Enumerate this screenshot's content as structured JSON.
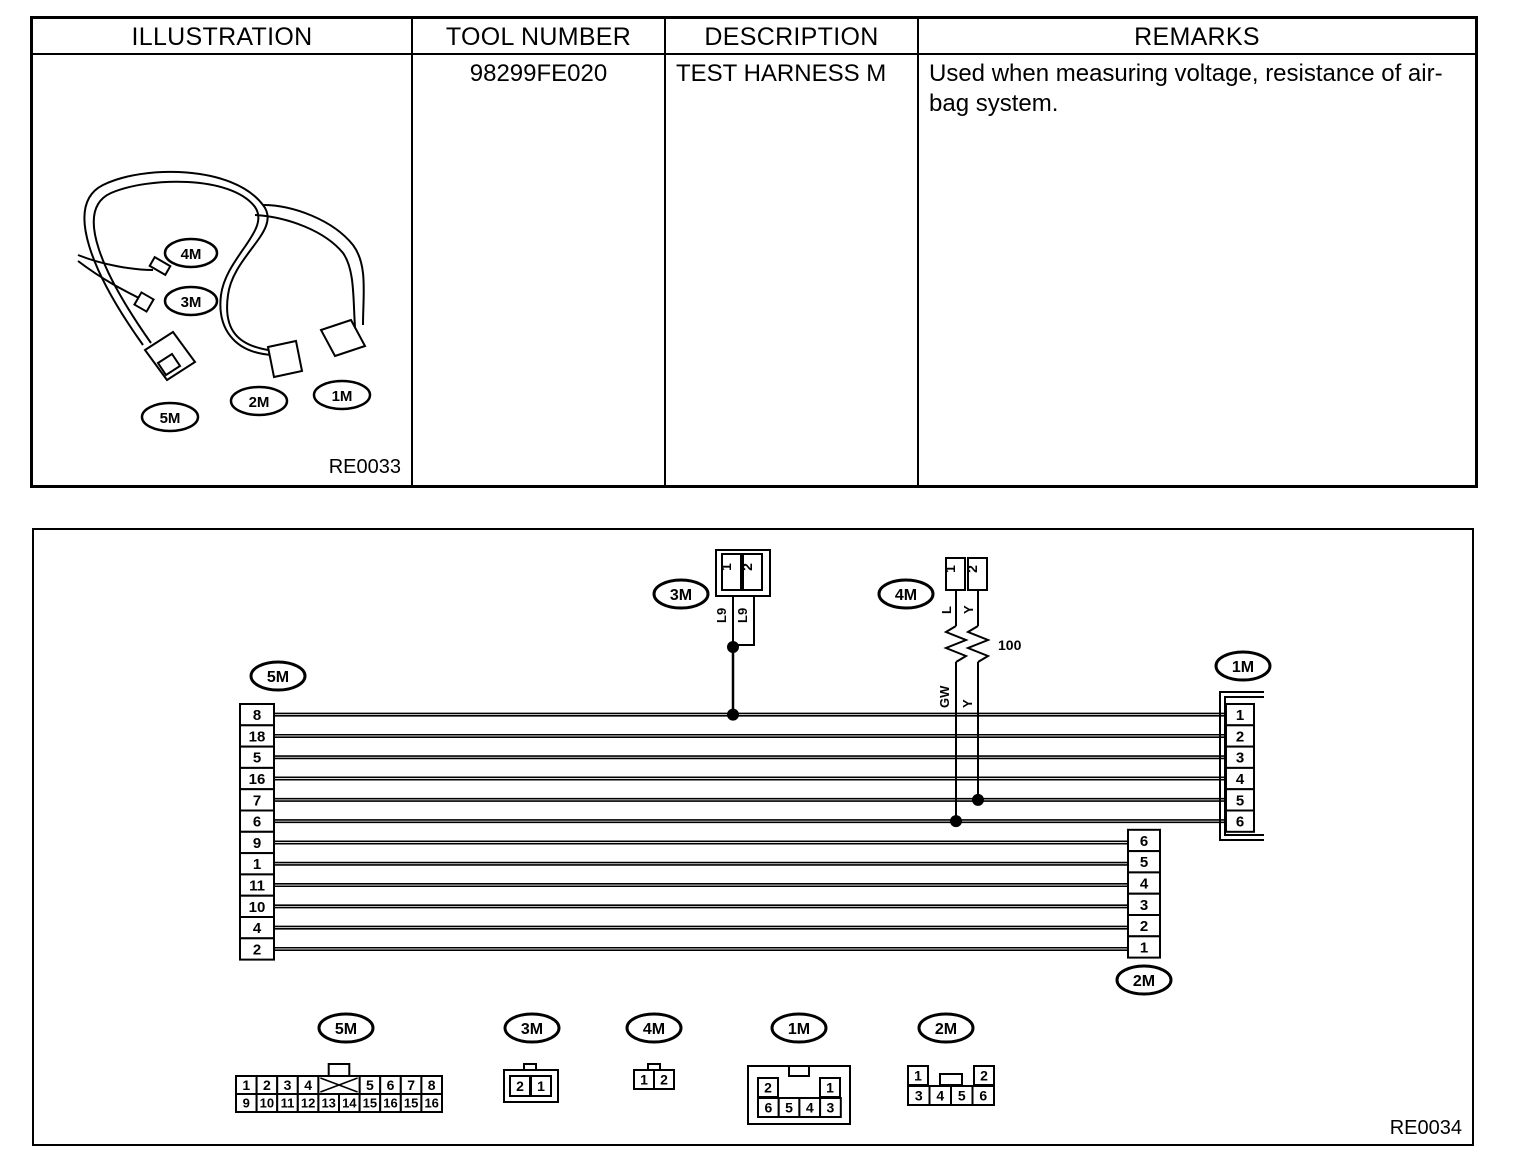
{
  "table": {
    "headers": {
      "illustration": "ILLUSTRATION",
      "tool_number": "TOOL NUMBER",
      "description": "DESCRIPTION",
      "remarks": "REMARKS"
    },
    "row": {
      "tool_number": "98299FE020",
      "description": "TEST HARNESS M",
      "remarks": "Used when measuring voltage, resistance of air-bag system.",
      "illustration_code": "RE0033",
      "illustration_labels": [
        "4M",
        "3M",
        "5M",
        "2M",
        "1M"
      ]
    }
  },
  "diagram": {
    "code": "RE0034",
    "connector_5m": {
      "label": "5M",
      "pins": [
        "8",
        "18",
        "5",
        "16",
        "7",
        "6",
        "9",
        "1",
        "11",
        "10",
        "4",
        "2"
      ]
    },
    "connector_1m": {
      "label": "1M",
      "pins": [
        "1",
        "2",
        "3",
        "4",
        "5",
        "6"
      ]
    },
    "connector_2m": {
      "label": "2M",
      "pins": [
        "6",
        "5",
        "4",
        "3",
        "2",
        "1"
      ]
    },
    "connector_3m": {
      "label": "3M",
      "pins": [
        "1",
        "2"
      ],
      "wire_colors": [
        "L9",
        "L9"
      ]
    },
    "connector_4m": {
      "label": "4M",
      "pins": [
        "1",
        "2"
      ],
      "wire_colors_top": [
        "L",
        "Y"
      ],
      "wire_colors_bottom": [
        "GW",
        "Y"
      ],
      "resistor": "100"
    },
    "faces": {
      "5m": {
        "label": "5M",
        "top": [
          "1",
          "2",
          "3",
          "4",
          "5",
          "6",
          "7",
          "8"
        ],
        "bottom": [
          "9",
          "10",
          "11",
          "12",
          "13",
          "14",
          "15",
          "16",
          "15",
          "16"
        ]
      },
      "3m": {
        "label": "3M",
        "pins": [
          "2",
          "1"
        ]
      },
      "4m": {
        "label": "4M",
        "pins": [
          "1",
          "2"
        ]
      },
      "1m": {
        "label": "1M",
        "top": [
          "2",
          "1"
        ],
        "bottom": [
          "6",
          "5",
          "4",
          "3"
        ]
      },
      "2m": {
        "label": "2M",
        "top": [
          "1",
          "2"
        ],
        "bottom": [
          "3",
          "4",
          "5",
          "6"
        ]
      }
    }
  }
}
